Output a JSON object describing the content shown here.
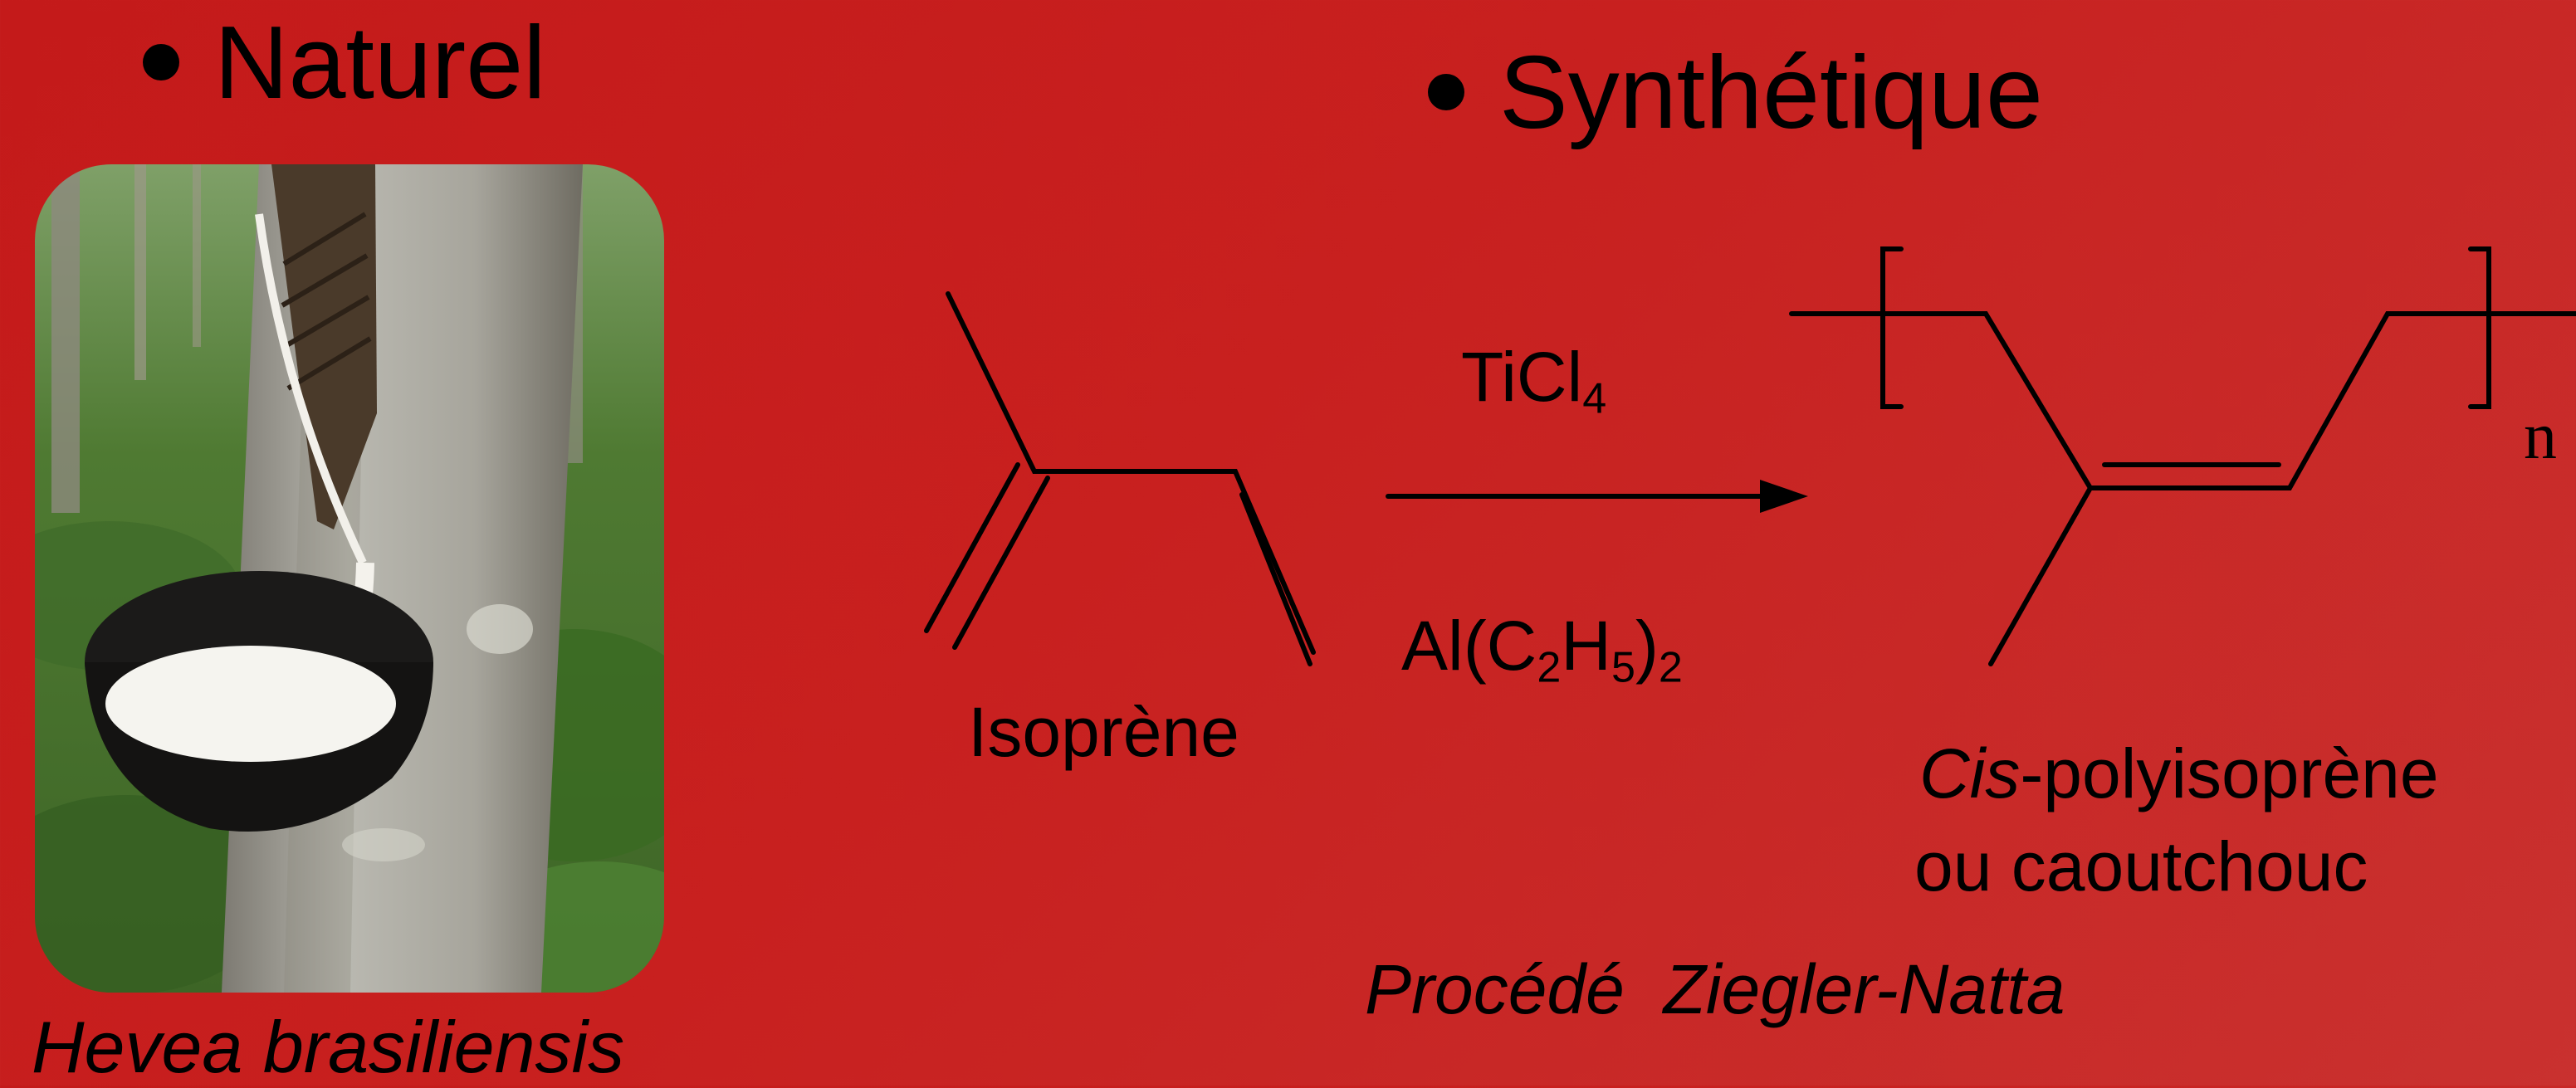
{
  "headings": {
    "natural": "Naturel",
    "synthetic": "Synthétique"
  },
  "labels": {
    "tree_species": "Hevea brasiliensis",
    "monomer": "Isoprène",
    "product_prefix": "Cis",
    "product_suffix": "-polyisoprène",
    "product_alt": "ou caoutchouc",
    "process": "Procédé  Ziegler-Natta",
    "repeat_n": "n"
  },
  "catalyst": {
    "ti_base": "TiCl",
    "ti_sub": "4",
    "al_base": "Al(C",
    "al_sub1": "2",
    "al_mid": "H",
    "al_sub2": "5",
    "al_close": ")",
    "al_sub3": "2"
  },
  "colors": {
    "background": "#c41a1a",
    "ink": "#000000"
  }
}
